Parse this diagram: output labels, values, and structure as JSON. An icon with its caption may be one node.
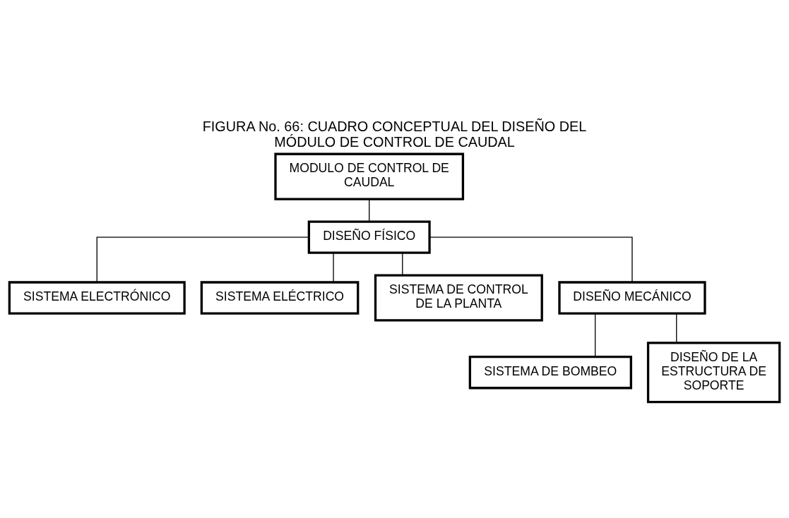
{
  "diagram": {
    "title": "FIGURA No. 66: CUADRO CONCEPTUAL DEL DISEÑO DEL MÓDULO DE CONTROL DE CAUDAL",
    "nodes": [
      {
        "text": [
          "MODULO DE CONTROL DE CAUDAL"
        ]
      },
      {
        "text": [
          "DISEÑO FÍSICO"
        ]
      },
      {
        "text": [
          "SISTEMA ELECTRÓNICO"
        ]
      },
      {
        "text": [
          "SISTEMA ELÉCTRICO"
        ]
      },
      {
        "text": [
          "SISTEMA DE CONTROL DE LA PLANTA"
        ]
      },
      {
        "text": [
          "DISEÑO MECÁNICO"
        ]
      },
      {
        "text": [
          "SISTEMA DE BOMBEO"
        ]
      },
      {
        "text": [
          "DISEÑO DE LA ESTRUCTURA DE SOPORTE"
        ]
      }
    ],
    "edges": [
      {
        "from": 0,
        "to": 1,
        "arrow": "none"
      },
      {
        "from": 1,
        "to": 2,
        "arrow": "none"
      },
      {
        "from": 1,
        "to": 3,
        "arrow": "none"
      },
      {
        "from": 1,
        "to": 4,
        "arrow": "none"
      },
      {
        "from": 1,
        "to": 5,
        "arrow": "none"
      },
      {
        "from": 5,
        "to": 6,
        "arrow": "none"
      },
      {
        "from": 5,
        "to": 7,
        "arrow": "none"
      }
    ]
  }
}
